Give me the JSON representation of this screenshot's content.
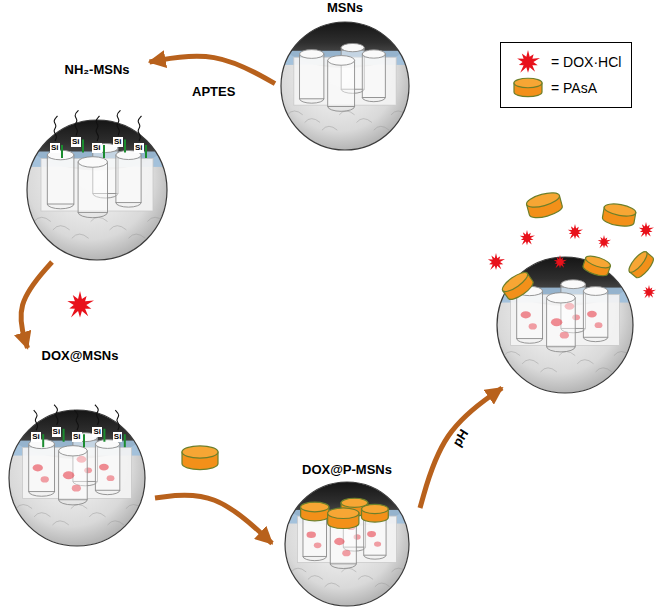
{
  "diagram": {
    "nodes": [
      {
        "text": [
          "MSNs"
        ]
      },
      {
        "text": [
          "NH₂-MSNs"
        ]
      },
      {
        "text": [
          "DOX@MSNs"
        ]
      },
      {
        "text": [
          "DOX@P-MSNs"
        ]
      }
    ],
    "edges": [
      {
        "from": 0,
        "to": 1,
        "label": "APTES",
        "arrow": "to"
      },
      {
        "from": 1,
        "to": 2,
        "arrow": "to"
      },
      {
        "from": 2,
        "to": 3,
        "arrow": "to"
      }
    ],
    "labels": [
      "Si",
      "Si",
      "Si",
      "Si",
      "Si",
      "Si",
      "Si",
      "Si",
      "Si",
      "Si",
      "pH"
    ],
    "legend": [
      {
        "text": "= DOX·HCl"
      },
      {
        "text": "= PAsA"
      }
    ]
  }
}
